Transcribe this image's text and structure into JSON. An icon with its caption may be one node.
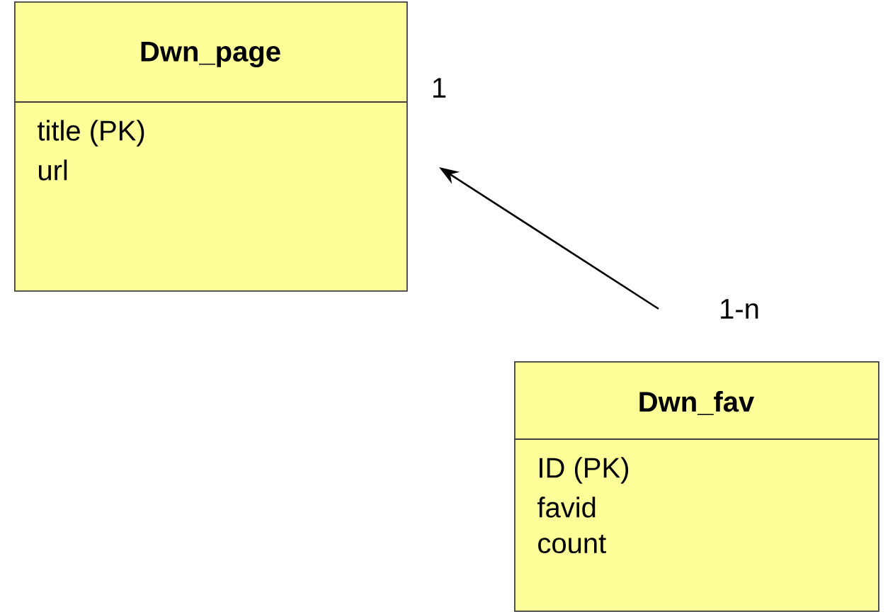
{
  "diagram": {
    "nodes": [
      {
        "text": [
          "Dwn_page",
          "title (PK)",
          "url"
        ]
      },
      {
        "text": [
          "Dwn_fav",
          "ID (PK)",
          "favid",
          "count"
        ]
      }
    ],
    "edges": [
      {
        "from": 1,
        "to": 0,
        "arrow": "to"
      }
    ],
    "labels": [
      "1",
      "1-n"
    ]
  }
}
